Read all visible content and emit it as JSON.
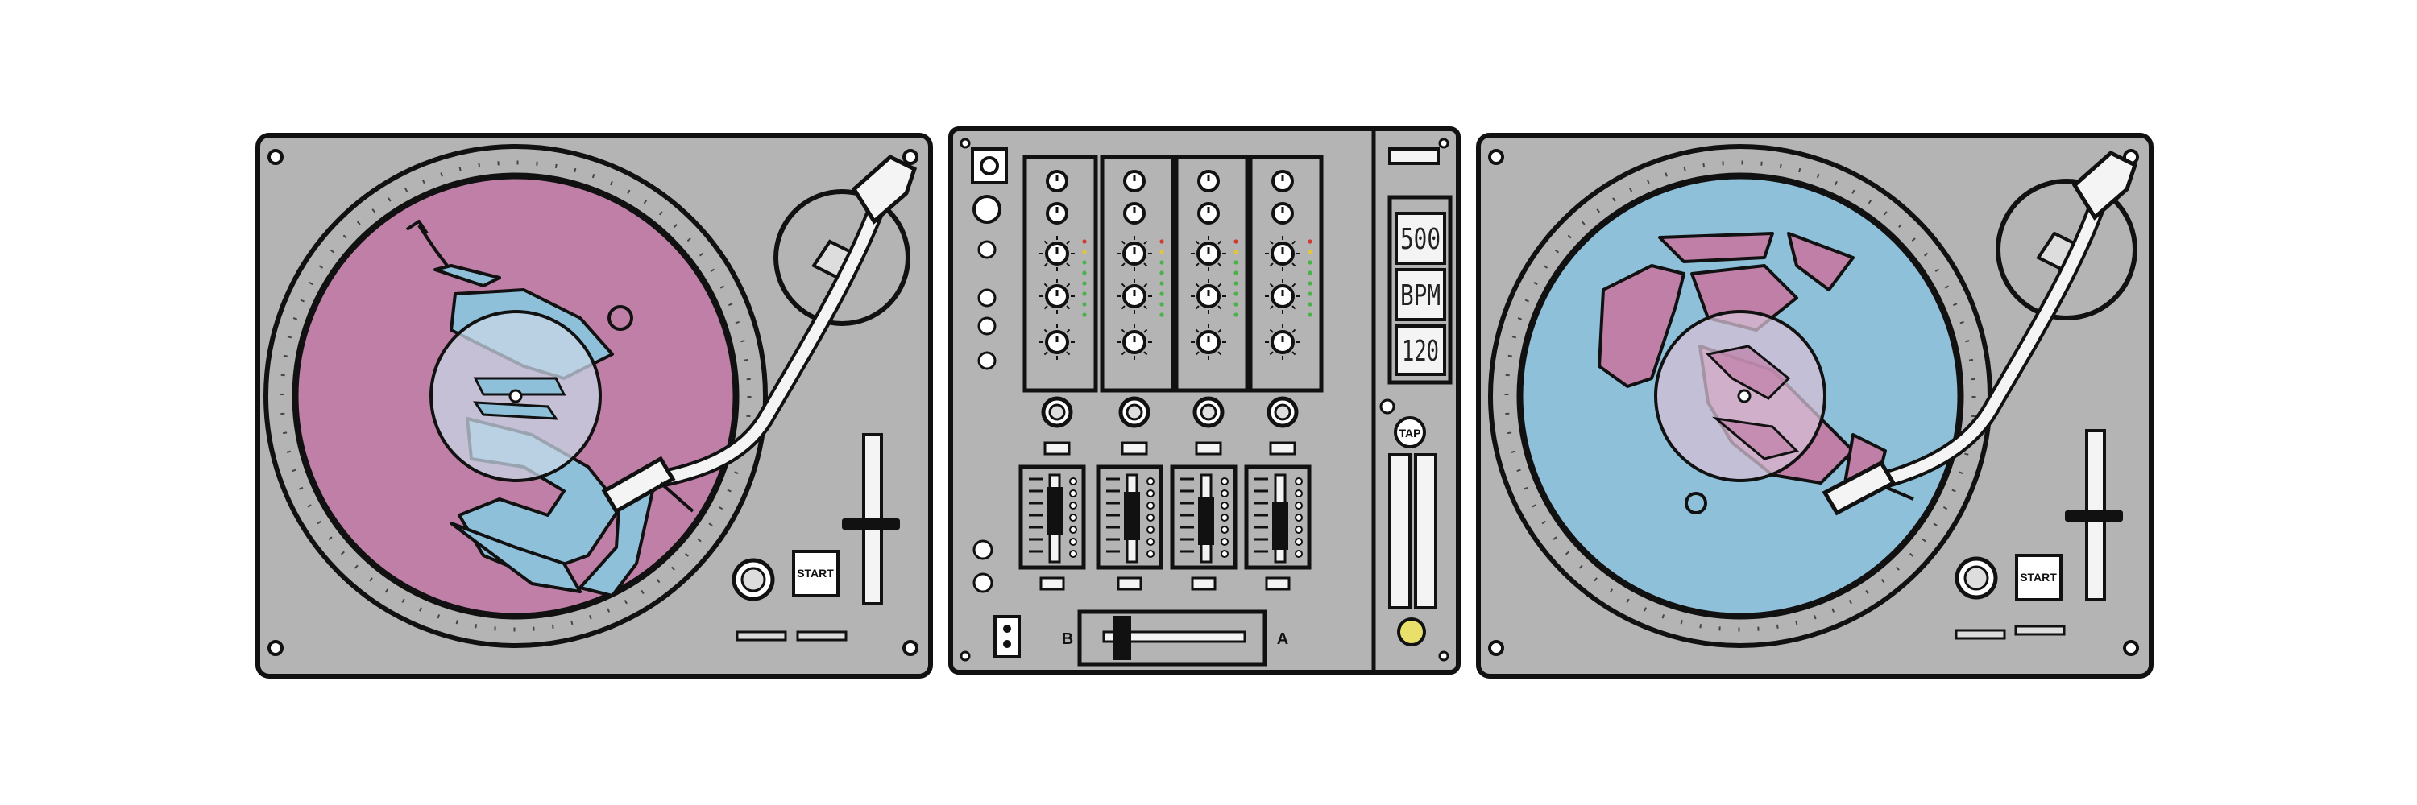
{
  "colors": {
    "body": "#b4b4b4",
    "outline": "#111111",
    "platter_left": "#bf7fa6",
    "platter_right": "#8fc0da",
    "label_light": "#c8d6e6",
    "led_green": "#49b34a",
    "led_yellow": "#e3c53a",
    "led_red": "#d23a2e",
    "tap_button": "#e8e06a"
  },
  "turntable_left": {
    "start_label": "START",
    "platter_color_name": "pink",
    "record_art_color_name": "light-blue"
  },
  "turntable_right": {
    "start_label": "START",
    "platter_color_name": "light-blue",
    "record_art_color_name": "pink"
  },
  "mixer": {
    "display": {
      "line1": "500",
      "line2": "BPM",
      "line3": "120"
    },
    "tap_label": "TAP",
    "crossfader_left_label": "B",
    "crossfader_right_label": "A",
    "channels": [
      {
        "name": "channel-1"
      },
      {
        "name": "channel-2"
      },
      {
        "name": "channel-3"
      },
      {
        "name": "channel-4"
      }
    ]
  }
}
